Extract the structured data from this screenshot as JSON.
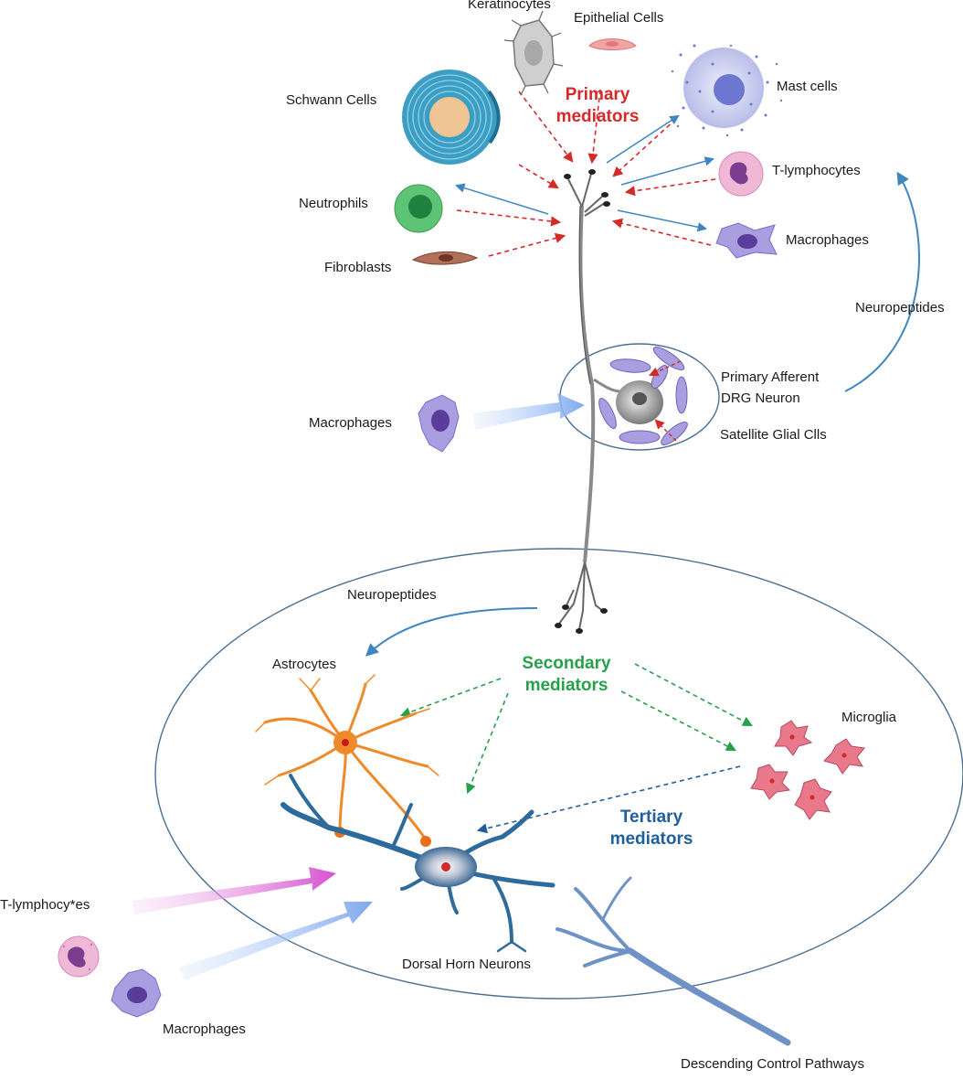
{
  "labels": {
    "keratinocytes": "Keratinocytes",
    "epithelial_cells": "Epithelial Cells",
    "schwann_cells": "Schwann Cells",
    "mast_cells": "Mast cells",
    "t_lymphocytes_top": "T-lymphocytes",
    "neutrophils": "Neutrophils",
    "macrophages_top": "Macrophages",
    "fibroblasts": "Fibroblasts",
    "neuropeptides_right": "Neuropeptides",
    "primary_afferent_1": "Primary Afferent",
    "primary_afferent_2": "DRG  Neuron",
    "satellite_glial": "Satellite Glial Clls",
    "macrophages_mid": "Macrophages",
    "neuropeptides_bottom": "Neuropeptides",
    "astrocytes": "Astrocytes",
    "microglia": "Microglia",
    "t_lymphocytes_bottom": "T-lymphocy*es",
    "dorsal_horn": "Dorsal Horn Neurons",
    "macrophages_bottom": "Macrophages",
    "descending": "Descending Control Pathways"
  },
  "mediators": {
    "primary_1": "Primary",
    "primary_2": "mediators",
    "secondary_1": "Secondary",
    "secondary_2": "mediators",
    "tertiary_1": "Tertiary",
    "tertiary_2": "mediators"
  },
  "colors": {
    "primary": "#d42a2a",
    "secondary": "#27a04a",
    "tertiary": "#1f5f9e",
    "neuropeptide_arrow": "#3f86c0"
  }
}
